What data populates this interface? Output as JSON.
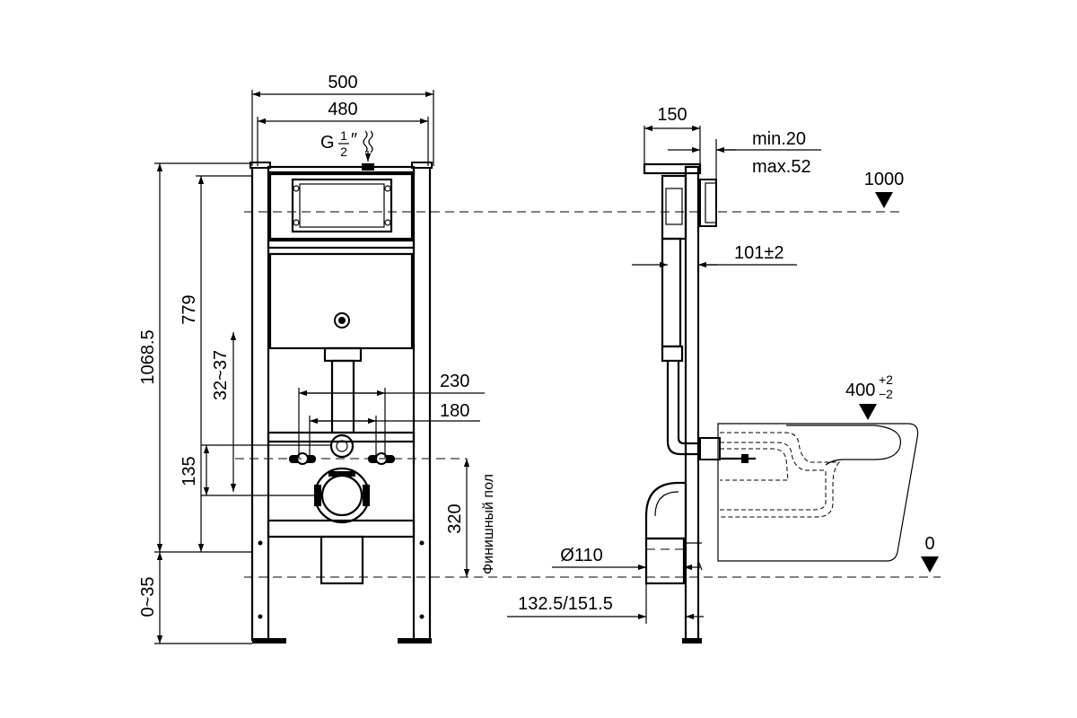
{
  "front_view": {
    "dim_width_outer": "500",
    "dim_width_inner": "480",
    "water_inlet": "G",
    "water_inlet_frac_num": "1",
    "water_inlet_frac_den": "2",
    "water_inlet_unit": "″",
    "dim_total_height": "1068.5",
    "dim_button_height": "779",
    "dim_pipe_range": "32~37",
    "dim_135": "135",
    "dim_bolt_230": "230",
    "dim_bolt_180": "180",
    "dim_320": "320",
    "finished_floor": "Финишный пол",
    "dim_leg_range": "0~35"
  },
  "side_view": {
    "dim_depth": "150",
    "dim_min": "min.20",
    "dim_max": "max.52",
    "level_1000": "1000",
    "dim_101": "101±2",
    "dim_400_base": "400",
    "dim_400_sup": "+2",
    "dim_400_sub": "−2",
    "dim_diam_110": "Ø110",
    "dim_132": "132.5/151.5",
    "level_0": "0"
  },
  "icons": [
    "arrow-down-icon",
    "level-marker-icon",
    "water-inlet-icon"
  ]
}
